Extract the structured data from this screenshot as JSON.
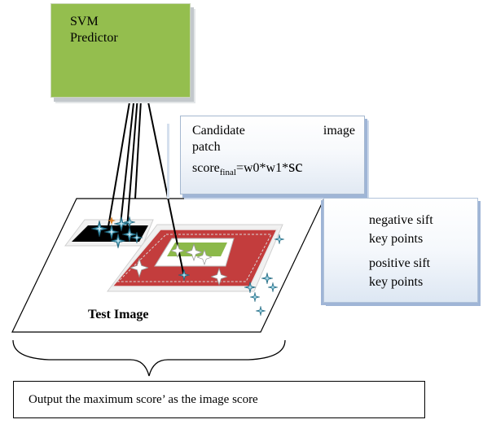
{
  "svm_box": {
    "title_line1": "SVM",
    "title_line2": "Predictor",
    "color": "#94be4e"
  },
  "candidate_box": {
    "line1_word1": "Candidate",
    "line1_word2": "image",
    "line2": "patch",
    "score_prefix": "score",
    "score_subscript": "final",
    "score_formula": "=w0*w1*",
    "score_tail": "sc"
  },
  "legend": {
    "negative_label_line1": "negative sift",
    "negative_label_line2": "key points",
    "positive_label_line1": "positive sift",
    "positive_label_line2": "key points",
    "negative_marker_color": "#d9822b",
    "positive_marker_color": "#2a7f9b"
  },
  "test_image": {
    "label": "Test Image",
    "patch_black_color": "#000000",
    "patch_red_color": "#c33d3d",
    "patch_green_color": "#8cb94a"
  },
  "output": {
    "text": "Output the maximum score’ as the image score"
  },
  "icons": {
    "positive_keypoint": "four-point-star-icon",
    "negative_keypoint": "small-orange-star-icon",
    "white_star": "white-star-icon"
  }
}
